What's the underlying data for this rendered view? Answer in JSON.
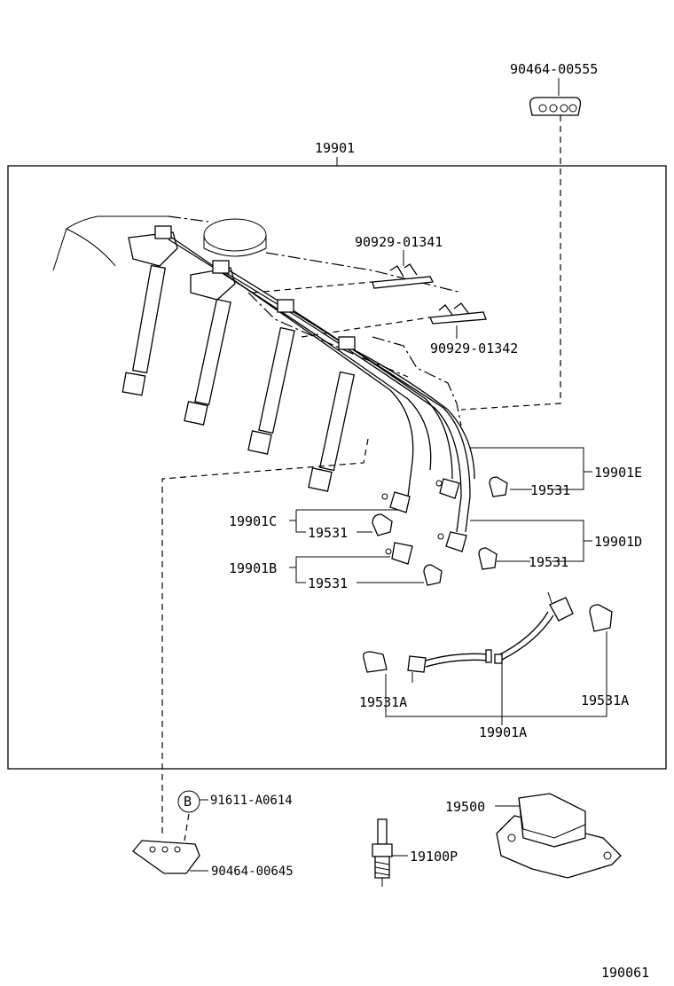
{
  "labels": {
    "top_clamp": "90464-00555",
    "main_set": "19901",
    "clamp_1": "90929-01341",
    "clamp_2": "90929-01342",
    "cord_e": "19901E",
    "cord_d": "19901D",
    "cord_c": "19901C",
    "cord_b": "19901B",
    "cord_a": "19901A",
    "grommet_e": "19531",
    "grommet_d": "19531",
    "grommet_c": "19531",
    "grommet_b": "19531",
    "grommet_a_left": "19531A",
    "grommet_a_right": "19531A",
    "bolt": "91611-A0614",
    "bolt_marker": "B",
    "clamp_bottom": "90464-00645",
    "spark_plug": "19100P",
    "ignition_coil": "19500",
    "figure_number": "190061"
  }
}
